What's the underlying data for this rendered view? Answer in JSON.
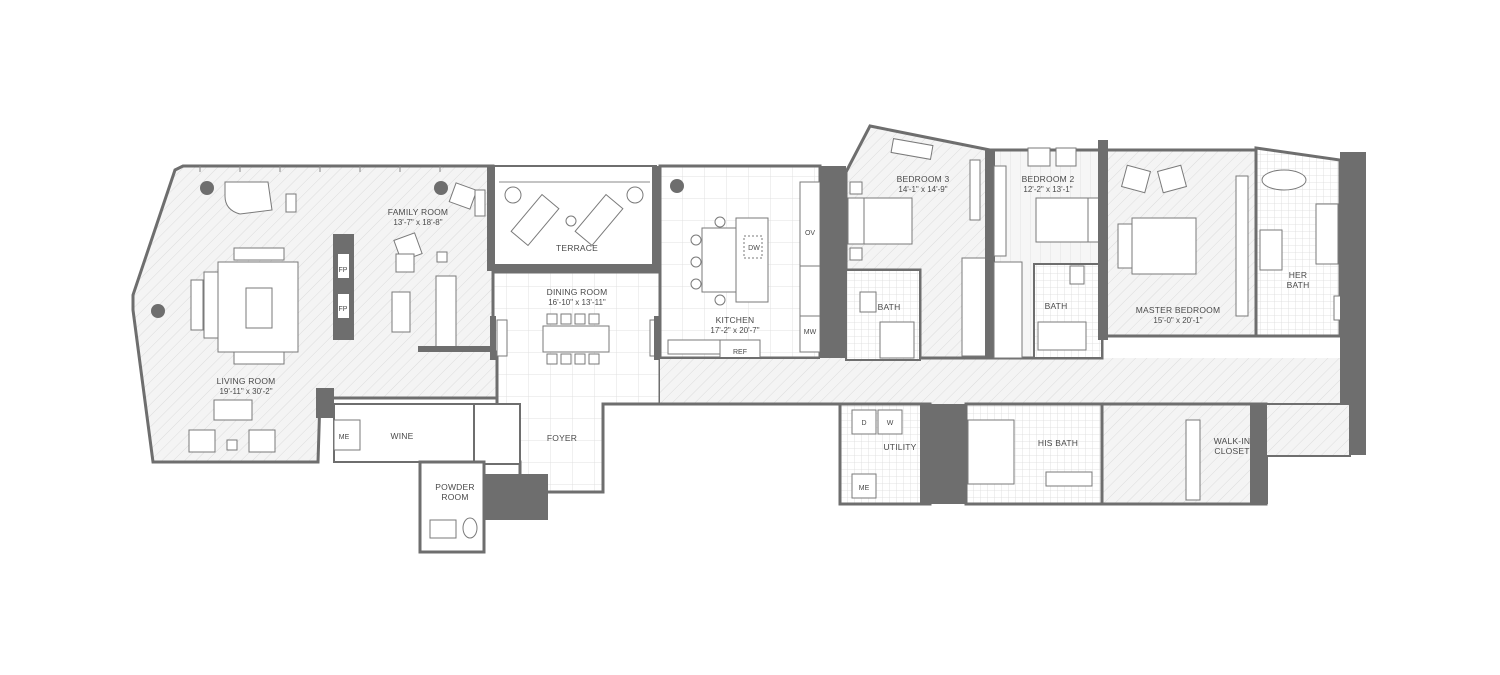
{
  "rooms": {
    "family_room": {
      "name": "FAMILY ROOM",
      "dims": "13'-7\" x 18'-8\""
    },
    "living_room": {
      "name": "LIVING ROOM",
      "dims": "19'-11\" x 30'-2\""
    },
    "terrace": {
      "name": "TERRACE"
    },
    "dining_room": {
      "name": "DINING ROOM",
      "dims": "16'-10\" x 13'-11\""
    },
    "kitchen": {
      "name": "KITCHEN",
      "dims": "17'-2\" x 20'-7\""
    },
    "foyer": {
      "name": "FOYER"
    },
    "wine": {
      "name": "WINE"
    },
    "powder_room": {
      "line1": "POWDER",
      "line2": "ROOM"
    },
    "bedroom3": {
      "name": "BEDROOM 3",
      "dims": "14'-1\" x 14'-9\""
    },
    "bedroom2": {
      "name": "BEDROOM 2",
      "dims": "12'-2\" x 13'-1\""
    },
    "master_bedroom": {
      "name": "MASTER BEDROOM",
      "dims": "15'-0\" x 20'-1\""
    },
    "bath_a": {
      "name": "BATH"
    },
    "bath_b": {
      "name": "BATH"
    },
    "her_bath": {
      "line1": "HER",
      "line2": "BATH"
    },
    "his_bath": {
      "name": "HIS BATH"
    },
    "utility": {
      "name": "UTILITY"
    },
    "walk_in_closet": {
      "line1": "WALK-IN",
      "line2": "CLOSET"
    }
  },
  "fixtures": {
    "fp1": "FP",
    "fp2": "FP",
    "me1": "ME",
    "me2": "ME",
    "dw": "DW",
    "ov": "OV",
    "mw": "MW",
    "ref": "REF",
    "d": "D",
    "w": "W"
  }
}
